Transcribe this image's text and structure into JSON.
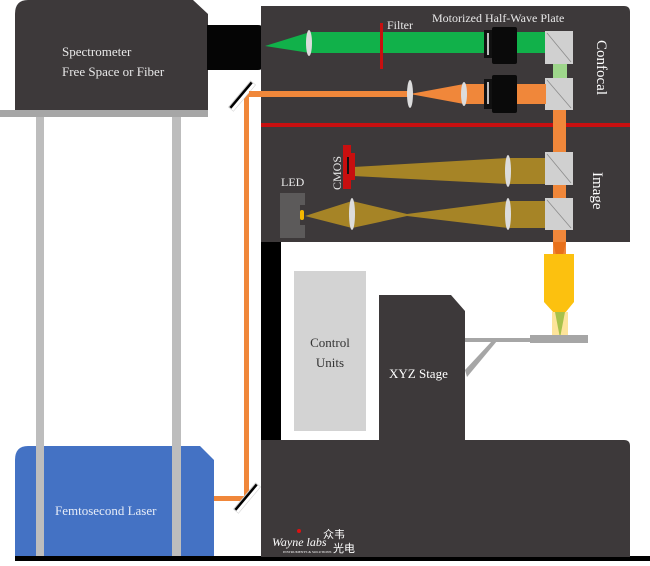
{
  "title": "Confocal / Imaging Spectroscopy System Diagram",
  "colors": {
    "panel": "#3d393a",
    "panel_dark": "#333031",
    "black": "#000000",
    "grey_light": "#c8c8c8",
    "grey_mid": "#a6a6a6",
    "support": "#bdbdbd",
    "green_beam": "#11b14a",
    "green_light": "#9ed68b",
    "orange_beam": "#f0873a",
    "gold_beam": "#a68426",
    "red": "#c80f0f",
    "laser_blue": "#4472c4",
    "objective_yellow": "#fcc10f",
    "led_yellow": "#f5b800",
    "white": "#ffffff"
  },
  "labels": {
    "spectrometer_line1": "Spectrometer",
    "spectrometer_line2": "Free Space or Fiber",
    "filter": "Filter",
    "half_wave_plate": "Motorized Half-Wave Plate",
    "confocal": "Confocal",
    "image": "Image",
    "cmos": "CMOS",
    "led": "LED",
    "control_units_line1": "Control",
    "control_units_line2": "Units",
    "xyz_stage": "XYZ Stage",
    "femtosecond_laser": "Femtosecond Laser"
  },
  "logo": {
    "brand": "Wayne labs",
    "chinese_line1": "众韦",
    "chinese_line2": "光电",
    "tagline": "INSTRUMENTS & SOLUTIONS"
  }
}
